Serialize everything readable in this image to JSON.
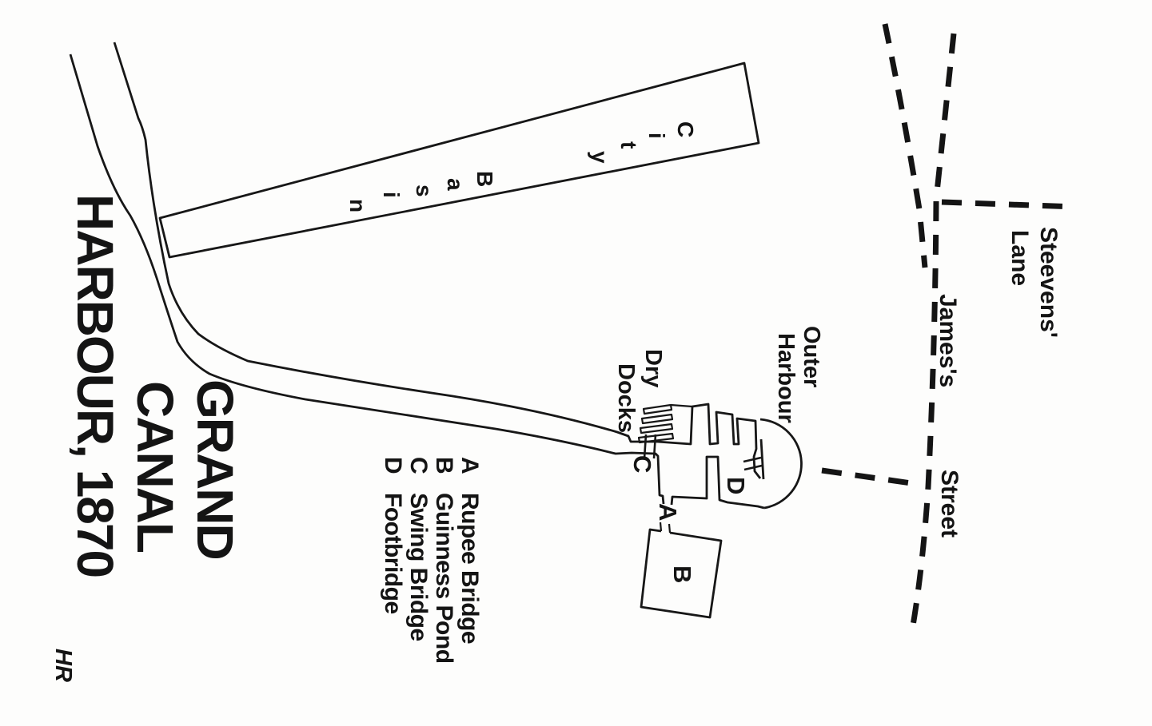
{
  "title": {
    "line1": "GRAND",
    "line2": "CANAL",
    "line3": "HARBOUR, 1870"
  },
  "signature": "HR",
  "city_basin": {
    "word1_letters": [
      "C",
      "i",
      "t",
      "y"
    ],
    "word2_letters": [
      "B",
      "a",
      "s",
      "i",
      "n"
    ]
  },
  "labels": {
    "dry_docks_line1": "Dry",
    "dry_docks_line2": "Docks",
    "outer_harbour_line1": "Outer",
    "outer_harbour_line2": "Harbour",
    "steevens_lane_line1": "Steevens'",
    "steevens_lane_line2": "Lane",
    "james_street_word1": "James's",
    "james_street_word2": "Street"
  },
  "markers": {
    "rupee_bridge": "A",
    "guinness_pond": "B",
    "swing_bridge": "C",
    "footbridge": "D"
  },
  "legend": {
    "items": [
      {
        "key": "A",
        "label": "Rupee Bridge"
      },
      {
        "key": "B",
        "label": "Guinness Pond"
      },
      {
        "key": "C",
        "label": "Swing Bridge"
      },
      {
        "key": "D",
        "label": "Footbridge"
      }
    ]
  },
  "colors": {
    "ink": "#171717",
    "paper": "#fdfdfc"
  }
}
